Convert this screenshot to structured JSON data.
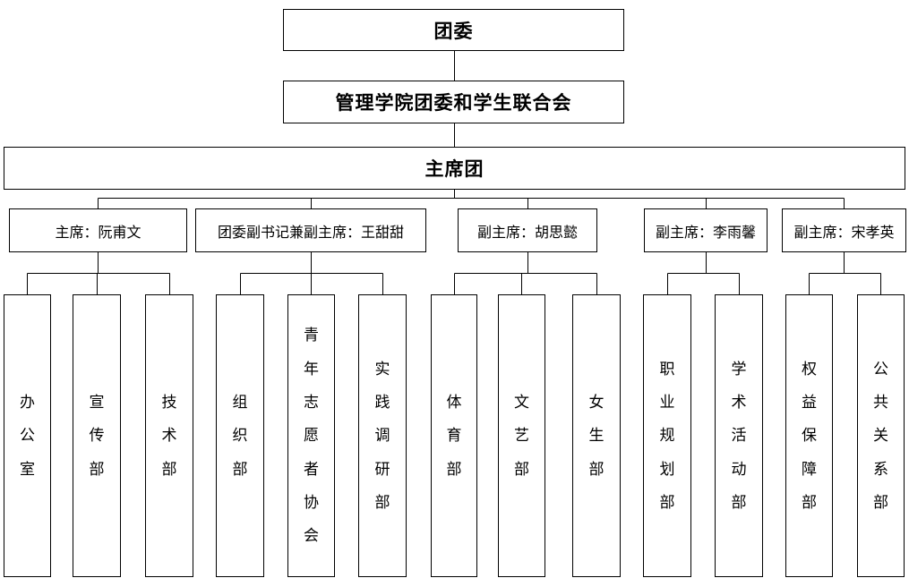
{
  "colors": {
    "line": "#000000",
    "bg": "#ffffff",
    "text": "#000000"
  },
  "org": {
    "root": "团委",
    "federation": "管理学院团委和学生联合会",
    "presidium": "主席团",
    "groups": [
      {
        "leader": "主席：阮甫文",
        "departments": [
          "办公室",
          "宣传部",
          "技术部"
        ]
      },
      {
        "leader": "团委副书记兼副主席：王甜甜",
        "departments": [
          "组织部",
          "青年志愿者协会",
          "实践调研部"
        ]
      },
      {
        "leader": "副主席：胡思懿",
        "departments": [
          "体育部",
          "文艺部",
          "女生部"
        ]
      },
      {
        "leader": "副主席：李雨馨",
        "departments": [
          "职业规划部",
          "学术活动部"
        ]
      },
      {
        "leader": "副主席：宋孝英",
        "departments": [
          "权益保障部",
          "公共关系部"
        ]
      }
    ]
  }
}
